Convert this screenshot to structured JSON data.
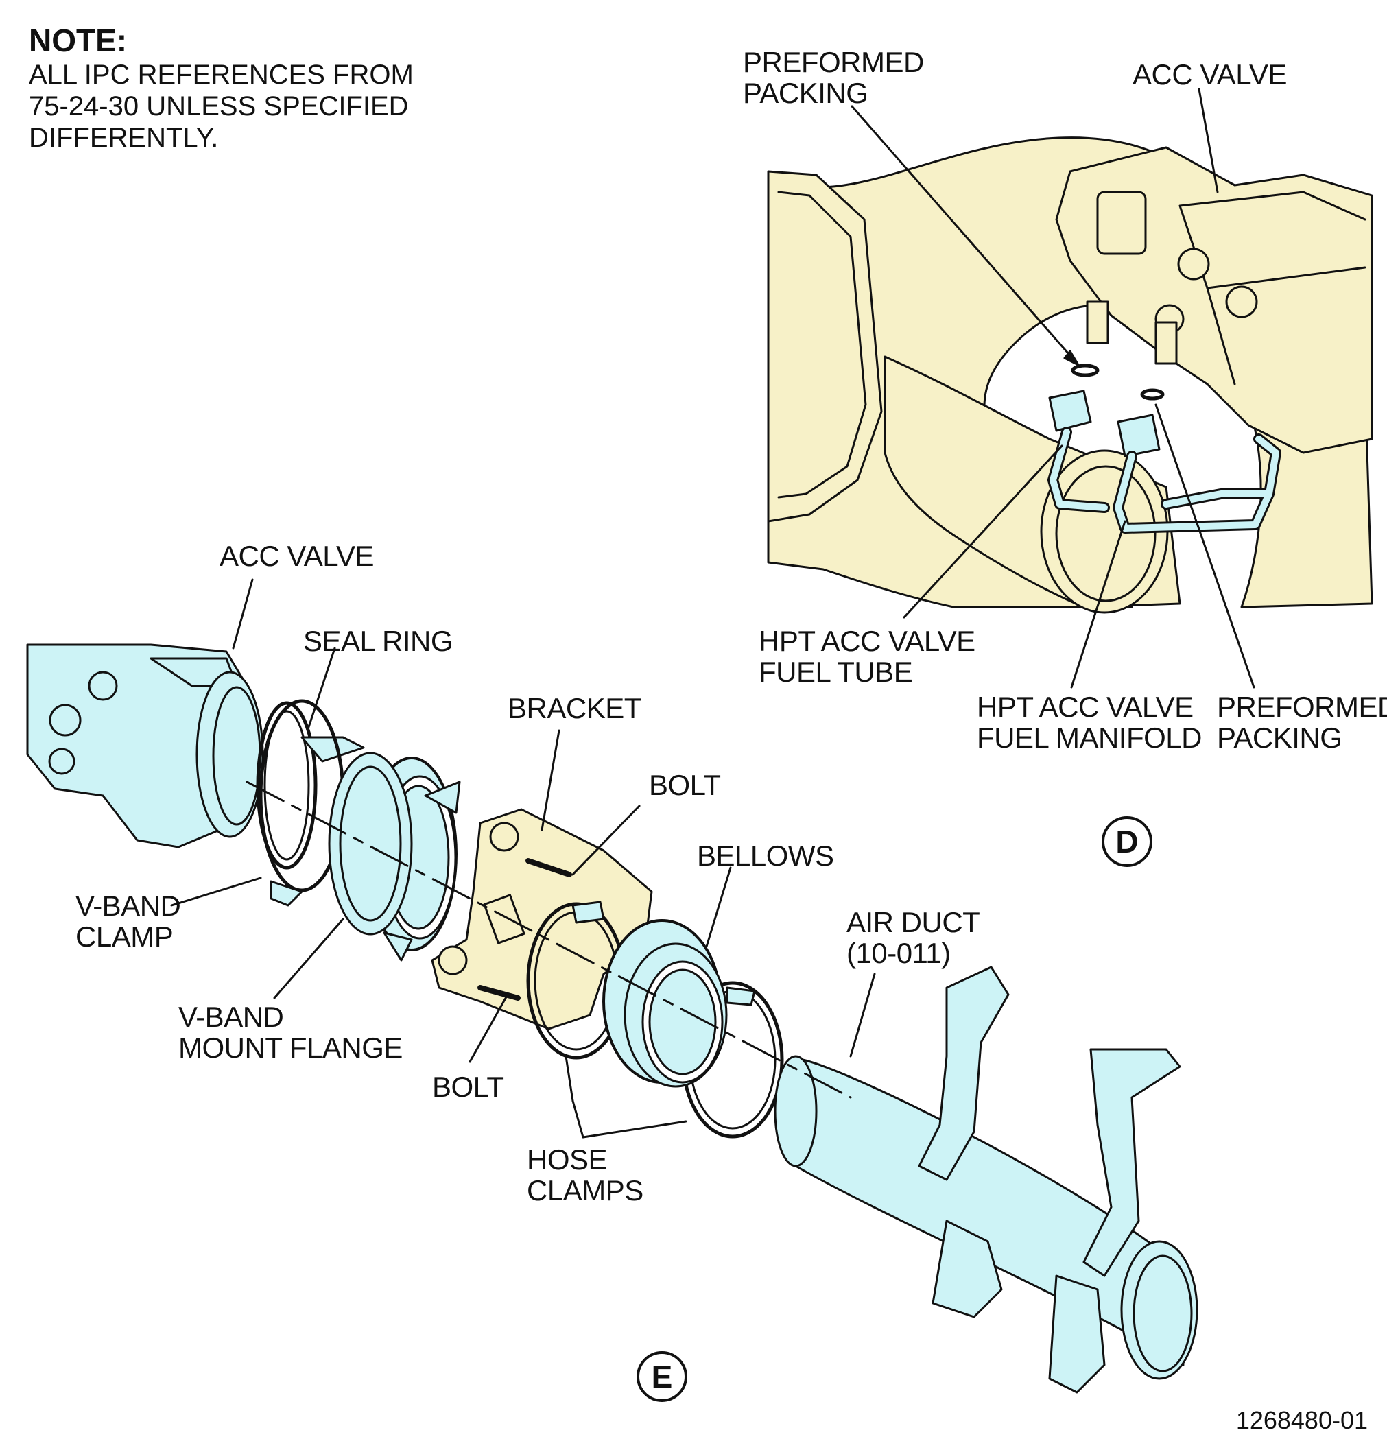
{
  "note": {
    "title": "NOTE:",
    "body": "ALL IPC REFERENCES FROM\n75-24-30 UNLESS SPECIFIED\nDIFFERENTLY."
  },
  "view_d": {
    "tag": "D",
    "labels": {
      "preformed_packing_top": "PREFORMED\nPACKING",
      "acc_valve": "ACC VALVE",
      "fuel_tube": "HPT ACC VALVE\nFUEL TUBE",
      "fuel_manifold": "HPT ACC VALVE\nFUEL MANIFOLD",
      "preformed_packing_bottom": "PREFORMED\nPACKING"
    }
  },
  "view_e": {
    "tag": "E",
    "labels": {
      "acc_valve": "ACC VALVE",
      "seal_ring": "SEAL RING",
      "bracket": "BRACKET",
      "bolt_top": "BOLT",
      "bellows": "BELLOWS",
      "air_duct": "AIR DUCT\n(10-011)",
      "vband_clamp": "V-BAND\nCLAMP",
      "vband_mount_flange": "V-BAND\nMOUNT FLANGE",
      "bolt_bottom": "BOLT",
      "hose_clamps": "HOSE\nCLAMPS"
    }
  },
  "figure_number": "1268480-01",
  "colors": {
    "part_cyan": "#cdf3f6",
    "part_yellow": "#f7f1c8",
    "line": "#111111"
  }
}
